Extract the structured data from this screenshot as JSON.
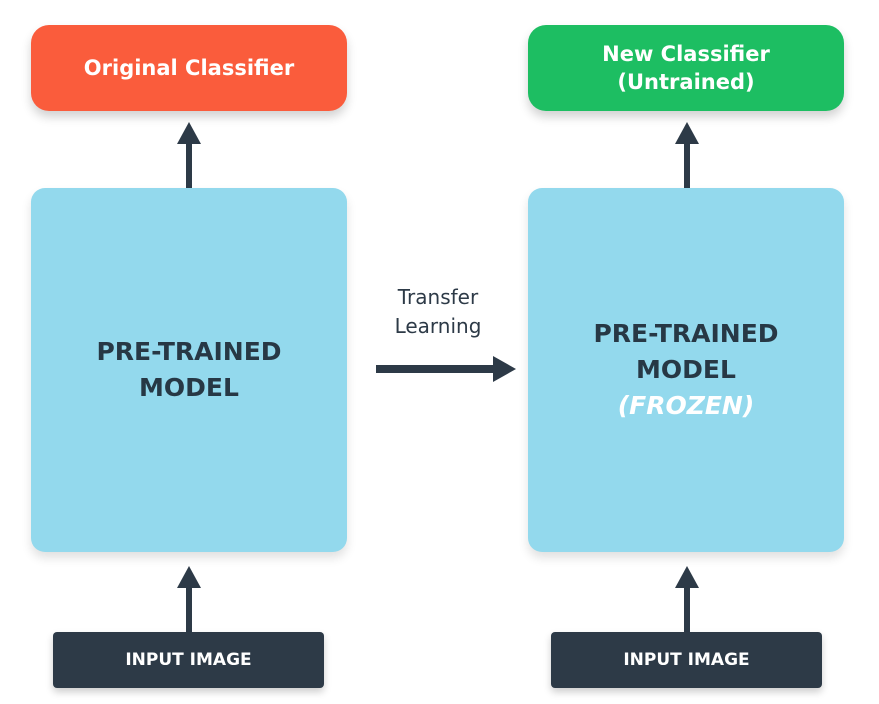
{
  "left": {
    "classifier": "Original Classifier",
    "model_line1": "PRE-TRAINED",
    "model_line2": "MODEL",
    "input": "INPUT IMAGE"
  },
  "transfer": {
    "line1": "Transfer",
    "line2": "Learning"
  },
  "right": {
    "classifier_line1": "New Classifier",
    "classifier_line2": "(Untrained)",
    "model_line1": "PRE-TRAINED",
    "model_line2": "MODEL",
    "model_note": "(FROZEN)",
    "input": "INPUT IMAGE"
  },
  "colors": {
    "original_classifier": "#fa5c3c",
    "new_classifier": "#1dbe62",
    "model": "#93d9ed",
    "input": "#2d3a47",
    "arrow": "#2d3a47"
  }
}
